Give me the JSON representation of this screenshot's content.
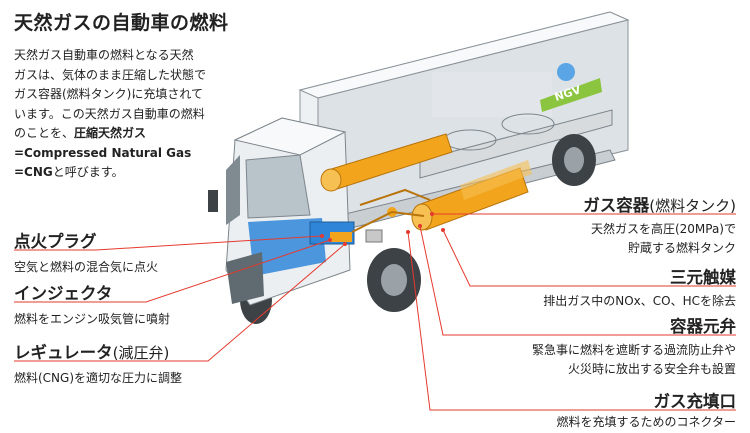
{
  "title": "天然ガスの自動車の燃料",
  "intro": {
    "lines": [
      "天然ガス自動車の燃料となる天然",
      "ガスは、気体のまま圧縮した状態で",
      "ガス容器(燃料タンク)に充填されて",
      "います。この天然ガス自動車の燃料"
    ],
    "line5_prefix": "のことを、",
    "line5_bold": "圧縮天然ガス",
    "line6": "=Compressed Natural Gas",
    "line7_bold": "=CNG",
    "line7_suffix": "と呼びます。"
  },
  "truck_badge": "NGV",
  "parts": {
    "ignition": {
      "title": "点火プラグ",
      "desc": "空気と燃料の混合気に点火"
    },
    "injector": {
      "title": "インジェクタ",
      "desc": "燃料をエンジン吸気管に噴射"
    },
    "regulator": {
      "title": "レギュレータ",
      "title_sub": "(減圧弁)",
      "desc": "燃料(CNG)を適切な圧力に調整"
    },
    "tank": {
      "title": "ガス容器",
      "title_sub": "(燃料タンク)",
      "desc": [
        "天然ガスを高圧(20MPa)で",
        "貯蔵する燃料タンク"
      ]
    },
    "catalyst": {
      "title": "三元触媒",
      "desc": "排出ガス中のNOx、CO、HCを除去"
    },
    "valve": {
      "title": "容器元弁",
      "desc": [
        "緊急事に燃料を遮断する過流防止弁や",
        "火災時に放出する安全弁も設置"
      ]
    },
    "filler": {
      "title": "ガス充填口",
      "desc": "燃料を充填するためのコネクター"
    }
  },
  "colors": {
    "leader": "#e53a2f",
    "tank": "#f2a51c",
    "cab_accent": "#2f86d8",
    "body": "#e9ecee"
  }
}
